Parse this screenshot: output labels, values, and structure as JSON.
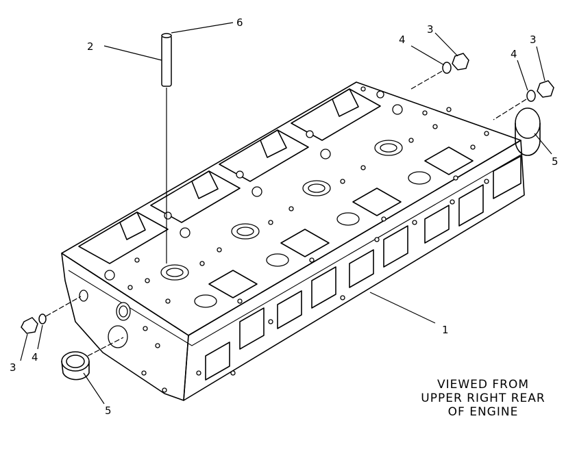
{
  "callouts": {
    "c1": "1",
    "c2": "2",
    "c3a": "3",
    "c3b": "3",
    "c3c": "3",
    "c4a": "4",
    "c4b": "4",
    "c4c": "4",
    "c5a": "5",
    "c5b": "5",
    "c6": "6"
  },
  "caption": {
    "line1": "VIEWED FROM",
    "line2": "UPPER RIGHT REAR",
    "line3": "OF ENGINE"
  }
}
